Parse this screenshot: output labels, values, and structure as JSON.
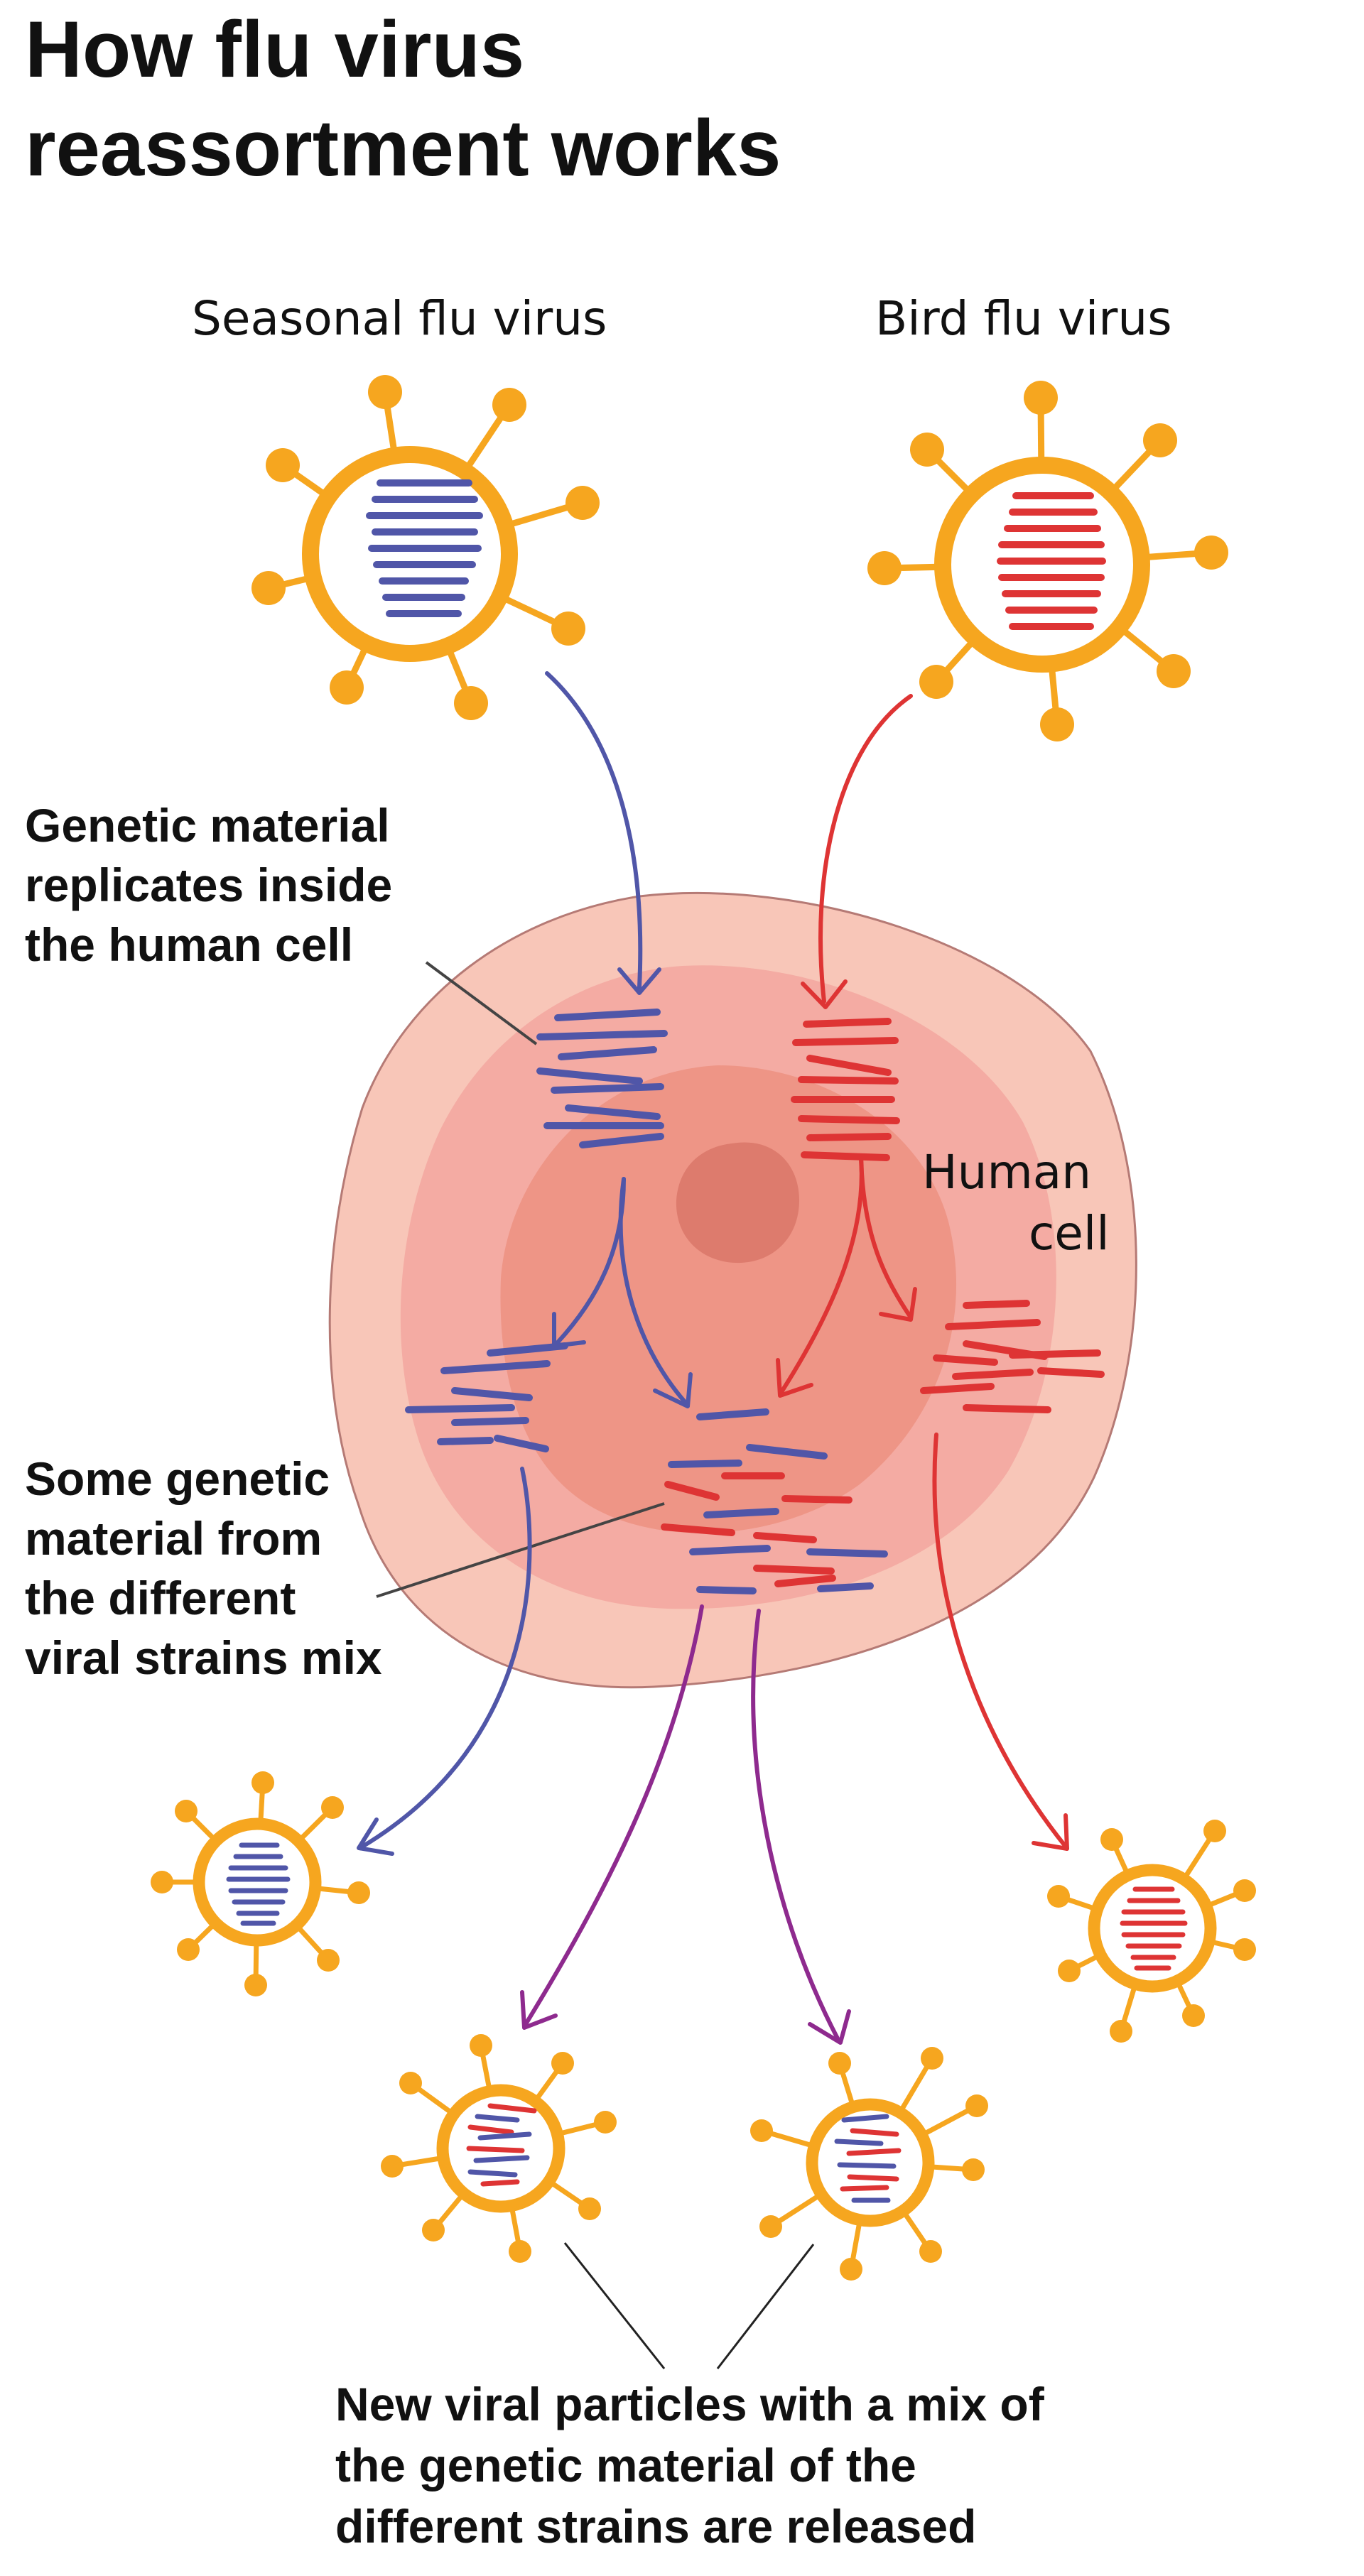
{
  "title": {
    "line1": "How flu virus",
    "line2": "reassortment works"
  },
  "labels": {
    "seasonal_virus": "Seasonal flu virus",
    "bird_virus": "Bird flu virus",
    "human_cell_line1": "Human",
    "human_cell_line2": "cell"
  },
  "annotations": {
    "replicates": [
      "Genetic material",
      "replicates inside",
      "the human cell"
    ],
    "mix": [
      "Some genetic",
      "material from",
      "the different",
      "viral strains mix"
    ],
    "released": [
      "New viral particles with a mix of",
      "the genetic material of the",
      "different strains are released"
    ]
  },
  "colors": {
    "virus_orange": "#F6A61F",
    "seasonal_blue": "#5056A8",
    "bird_red": "#DE3434",
    "mixed_purple": "#8E2A8E",
    "cell_outer": "#F8C6B8",
    "cell_mid": "#F4A9A0",
    "cell_inner": "#EE9585",
    "nucleus": "#DD7A6C"
  }
}
